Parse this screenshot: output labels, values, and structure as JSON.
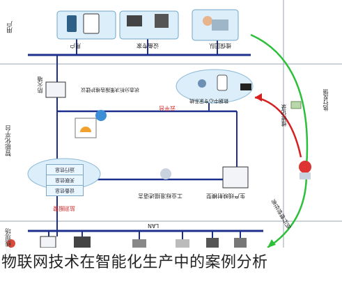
{
  "zones": {
    "top": "用户",
    "middle": "智能化平台",
    "bottom": "生产线现场"
  },
  "devices": {
    "user": "用户",
    "equipment_vendor": "设备专家",
    "maintenance_team": "维保团队",
    "firewall": "防火墙",
    "cloud_service": "数据中心专家系统",
    "advisory": "状态分析决策报告维护建议",
    "cloud_platform": "云平台",
    "monitor": "监测报警",
    "industrial_protocol": "工业标准描述语言",
    "production_model": "生产线映射模型",
    "lan": "LAN"
  },
  "status_stack": [
    "运行信息",
    "关联信息",
    "设备信息"
  ],
  "arrows": {
    "red": "维修记录",
    "green_upper": "执行反馈",
    "green_lower": "执行维修任务"
  },
  "caption": "物联网技术在智能化生产中的案例分析",
  "colors": {
    "bus": "#1d2f8c",
    "cloud": "#dbeef9",
    "red_arrow": "#d62020",
    "green_arrow": "#2bbf3a",
    "zone_line": "#9aa3b5"
  }
}
